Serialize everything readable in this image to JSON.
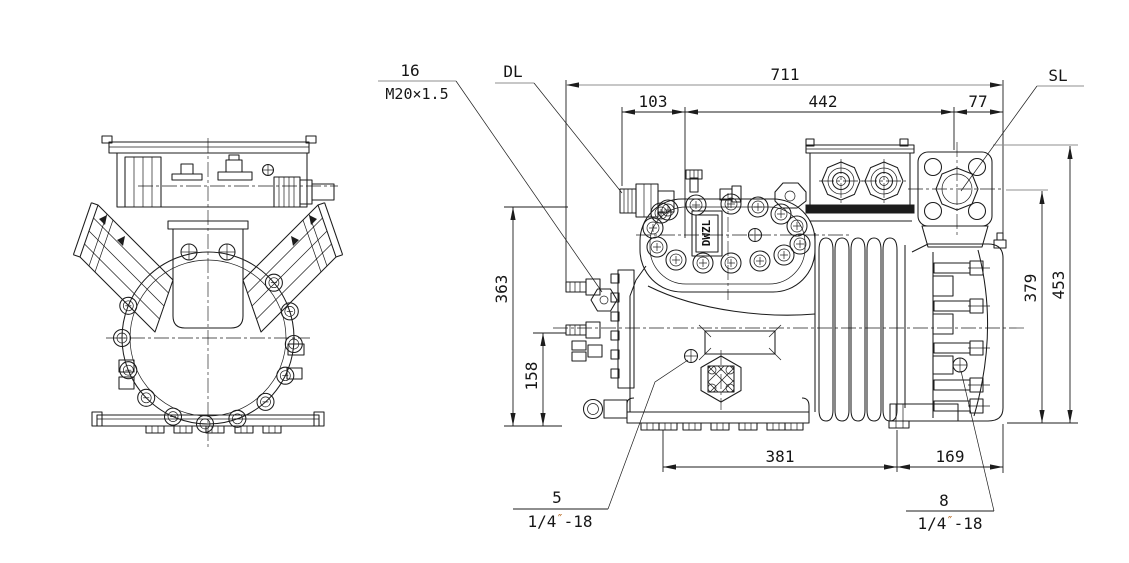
{
  "colors": {
    "line": "#1c1c1c",
    "dim_gray": "#8f8f8f",
    "background": "#ffffff",
    "inch_mark_accent": "#b5651d"
  },
  "logo_text": "DWZL",
  "callouts": {
    "dl_connection": {
      "position_no": "16",
      "thread": "M20×1.5"
    },
    "discharge_line_label": "DL",
    "suction_line_label": "SL",
    "port_5": {
      "position_no": "5",
      "thread_frac": "1/4",
      "inch_mark": "″",
      "thread_rest": "-18"
    },
    "port_8": {
      "position_no": "8",
      "thread_frac": "1/4",
      "inch_mark": "″",
      "thread_rest": "-18"
    }
  },
  "dimensions_mm": {
    "overall_length": "711",
    "dl_offset": "103",
    "center_span": "442",
    "sl_offset": "77",
    "dl_height": "363",
    "port_height": "158",
    "sl_height": "379",
    "overall_height": "453",
    "foot_span": "381",
    "foot_to_motor_end": "169"
  }
}
